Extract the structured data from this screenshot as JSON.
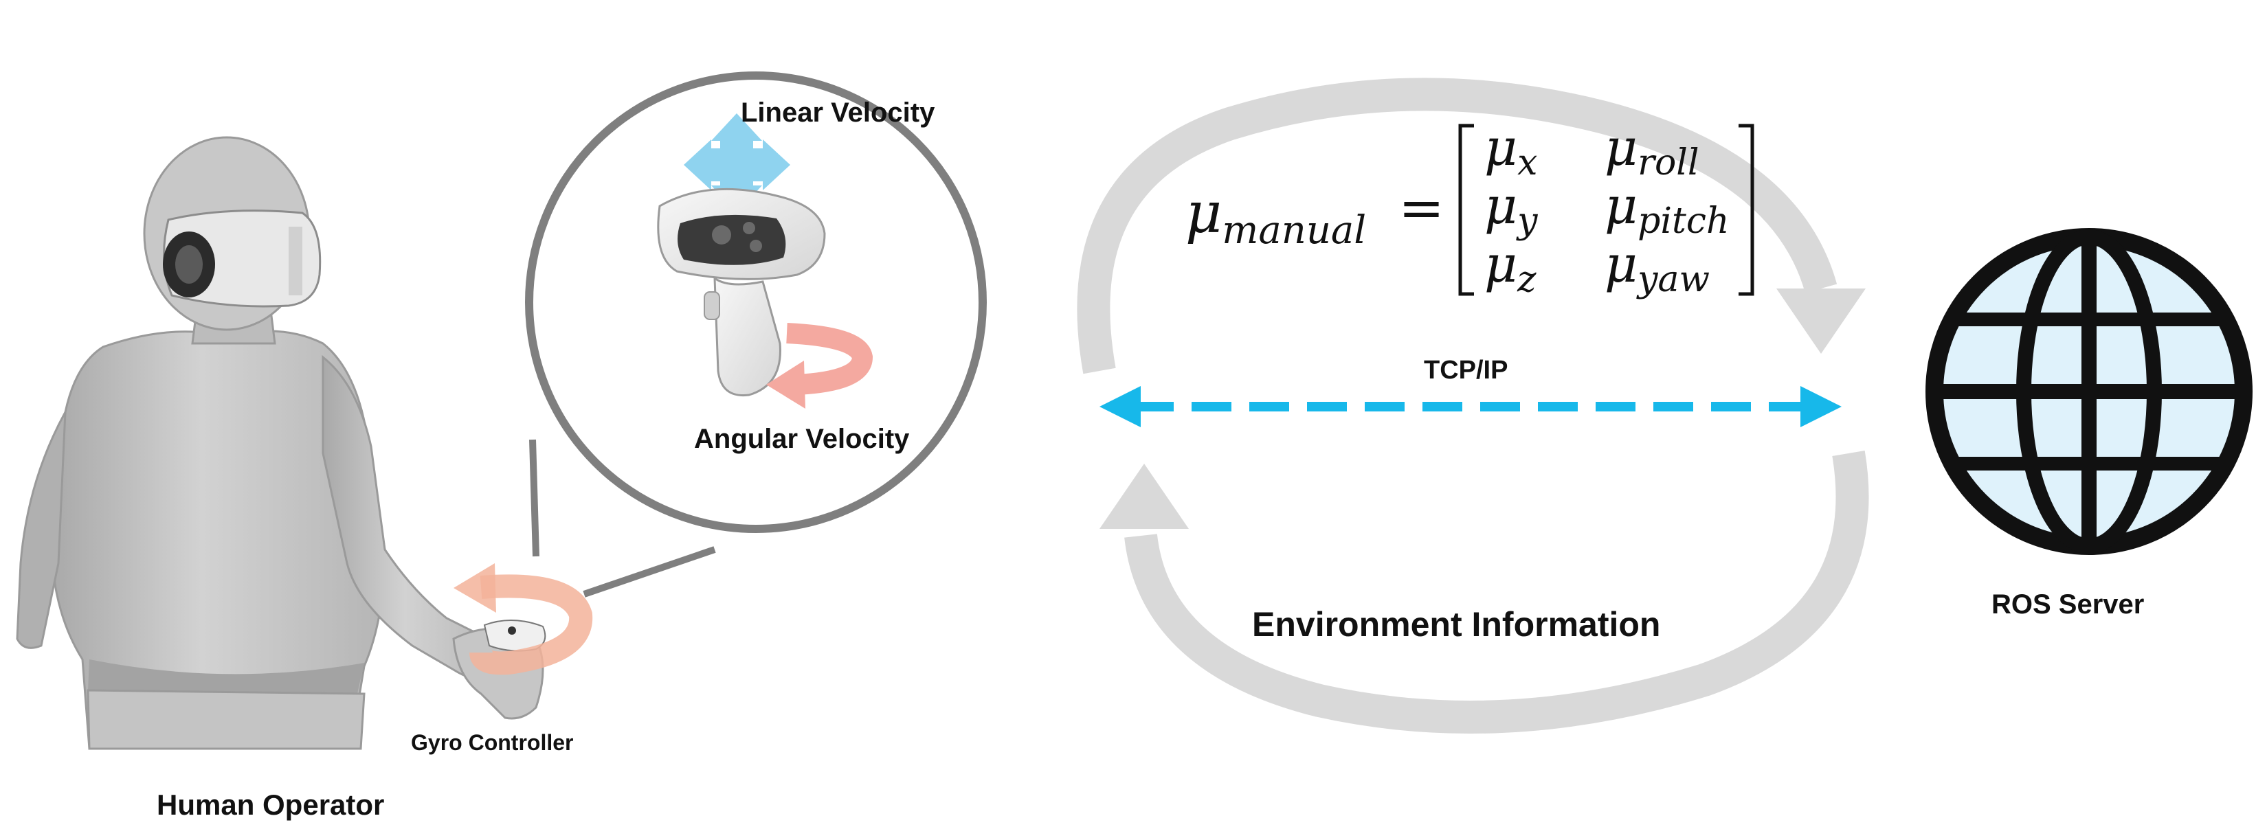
{
  "labels": {
    "linear_velocity": "Linear Velocity",
    "angular_velocity": "Angular Velocity",
    "gyro_controller": "Gyro Controller",
    "human_operator": "Human Operator",
    "tcp_ip": "TCP/IP",
    "environment_information": "Environment Information",
    "ros_server": "ROS Server"
  },
  "equation": {
    "lhs_symbol": "μ",
    "lhs_subscript": "manual",
    "equals": "=",
    "matrix": [
      [
        {
          "sym": "μ",
          "sub": "x"
        },
        {
          "sym": "μ",
          "sub": "roll"
        }
      ],
      [
        {
          "sym": "μ",
          "sub": "y"
        },
        {
          "sym": "μ",
          "sub": "pitch"
        }
      ],
      [
        {
          "sym": "μ",
          "sub": "z"
        },
        {
          "sym": "μ",
          "sub": "yaw"
        }
      ]
    ]
  },
  "colors": {
    "tcp_arrow": "#17b8ea",
    "cycle_arrows": "#d9d9d9",
    "globe_fill": "#dff2fb",
    "globe_stroke": "#111111",
    "zoom_circle": "#7f7f7f",
    "linear_arrow": "#8fd3ef",
    "angular_arrow": "#f4a9a0",
    "wrist_arrow": "#f3b39a",
    "figure": "#bdbdbd"
  },
  "icons": {
    "operator": "human-vr-figure-icon",
    "controller": "vr-controller-icon",
    "server": "globe-icon"
  }
}
